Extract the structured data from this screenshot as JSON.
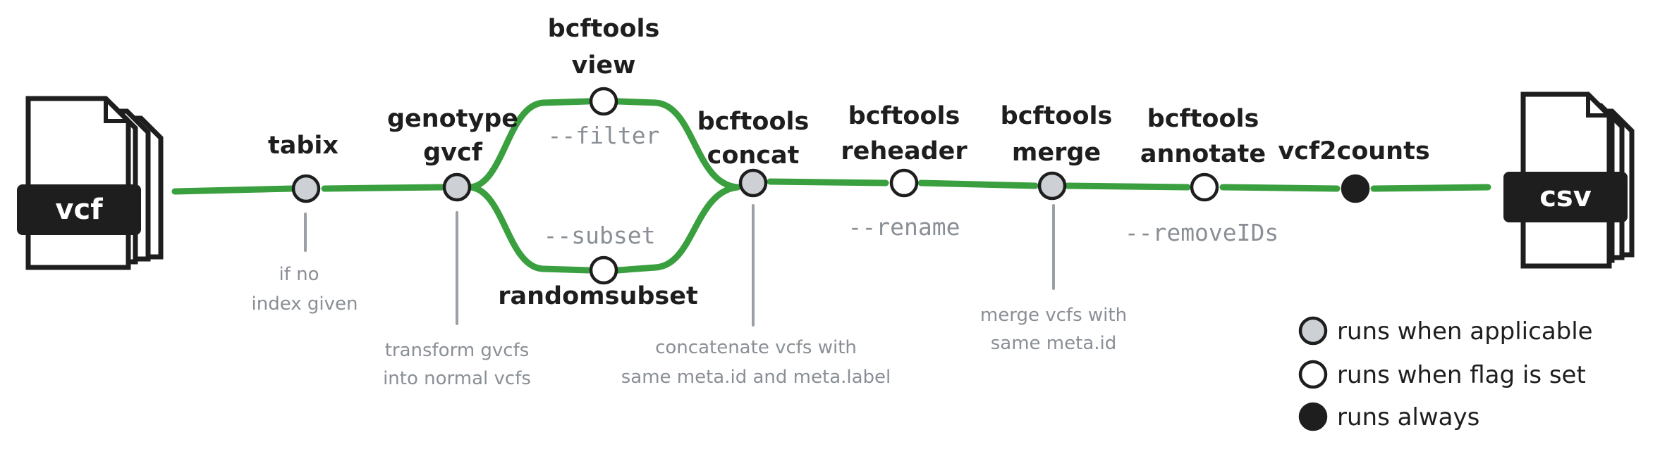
{
  "input_file": {
    "label": "vcf"
  },
  "output_file": {
    "label": "csv"
  },
  "steps": {
    "tabix": {
      "title": [
        "tabix"
      ],
      "note": [
        "if no",
        "index given"
      ],
      "type": "applicable"
    },
    "genotype": {
      "title": [
        "genotype",
        "gvcf"
      ],
      "note": [
        "transform gvcfs",
        "into normal vcfs"
      ],
      "type": "applicable"
    },
    "view": {
      "title": [
        "bcftools",
        "view"
      ],
      "flag": "--filter",
      "type": "flag"
    },
    "randomsubset": {
      "title": [
        "randomsubset"
      ],
      "flag": "--subset",
      "type": "flag"
    },
    "concat": {
      "title": [
        "bcftools",
        "concat"
      ],
      "note": [
        "concatenate vcfs with",
        "same meta.id and meta.label"
      ],
      "type": "applicable"
    },
    "reheader": {
      "title": [
        "bcftools",
        "reheader"
      ],
      "flag": "--rename",
      "type": "flag"
    },
    "merge": {
      "title": [
        "bcftools",
        "merge"
      ],
      "note": [
        "merge vcfs with",
        "same meta.id"
      ],
      "type": "applicable"
    },
    "annotate": {
      "title": [
        "bcftools",
        "annotate"
      ],
      "flag": "--removeIDs",
      "type": "flag"
    },
    "vcf2counts": {
      "title": [
        "vcf2counts"
      ],
      "type": "always"
    }
  },
  "legend": [
    {
      "type": "applicable",
      "label": "runs when applicable"
    },
    {
      "type": "flag",
      "label": "runs when flag is set"
    },
    {
      "type": "always",
      "label": "runs always"
    }
  ],
  "colors": {
    "pipeline": "#3a9f3e",
    "applicable_fill": "#cdd1d6",
    "outline": "#1e1e1e",
    "annotation": "#8a8f96"
  }
}
